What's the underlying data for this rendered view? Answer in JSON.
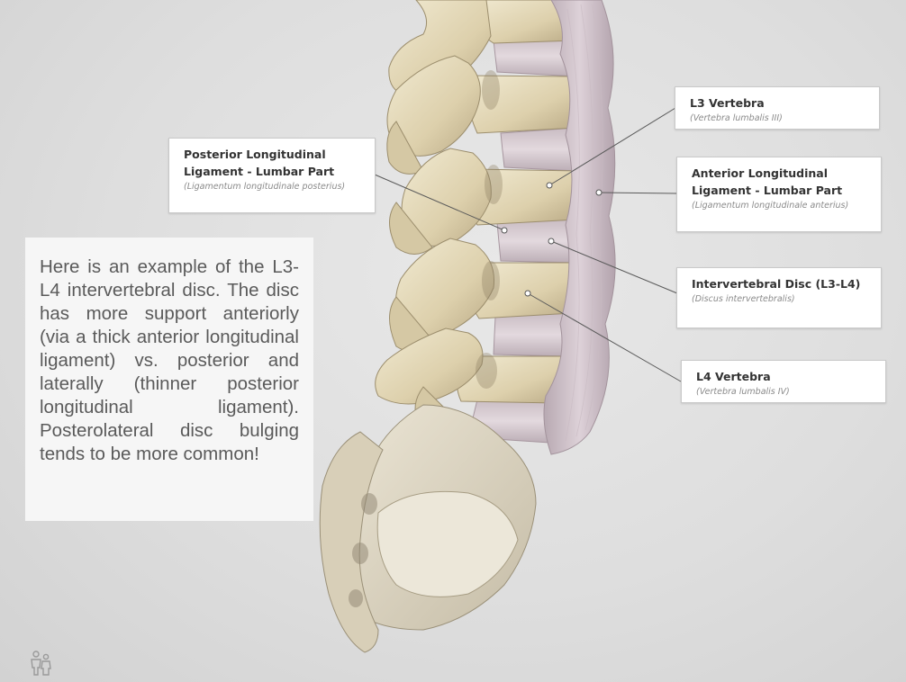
{
  "labels": {
    "posterior_ligament": {
      "name": "Posterior Longitudinal Ligament - Lumbar Part",
      "latin": "(Ligamentum longitudinale posterius)"
    },
    "l3_vertebra": {
      "name": "L3 Vertebra",
      "latin": "(Vertebra lumbalis III)"
    },
    "anterior_ligament": {
      "name": "Anterior Longitudinal Ligament - Lumbar Part",
      "latin": "(Ligamentum longitudinale anterius)"
    },
    "intervertebral_disc": {
      "name": "Intervertebral Disc (L3-L4)",
      "latin": "(Discus intervertebralis)"
    },
    "l4_vertebra": {
      "name": "L4 Vertebra",
      "latin": "(Vertebra lumbalis IV)"
    }
  },
  "info": {
    "text": "Here is an example of the L3-L4 intervertebral disc. The disc has more support anteriorly (via a thick anterior longitudinal ligament) vs. posterior and laterally (thinner posterior longitudinal ligament). Posterolateral disc bulging tends to be more common!"
  },
  "icons": {
    "people": "people-icon"
  },
  "colors": {
    "background": "#dcdcdc",
    "bone": "#e6dcc0",
    "ligament": "#cbbcc4",
    "leader_line": "#555555"
  }
}
